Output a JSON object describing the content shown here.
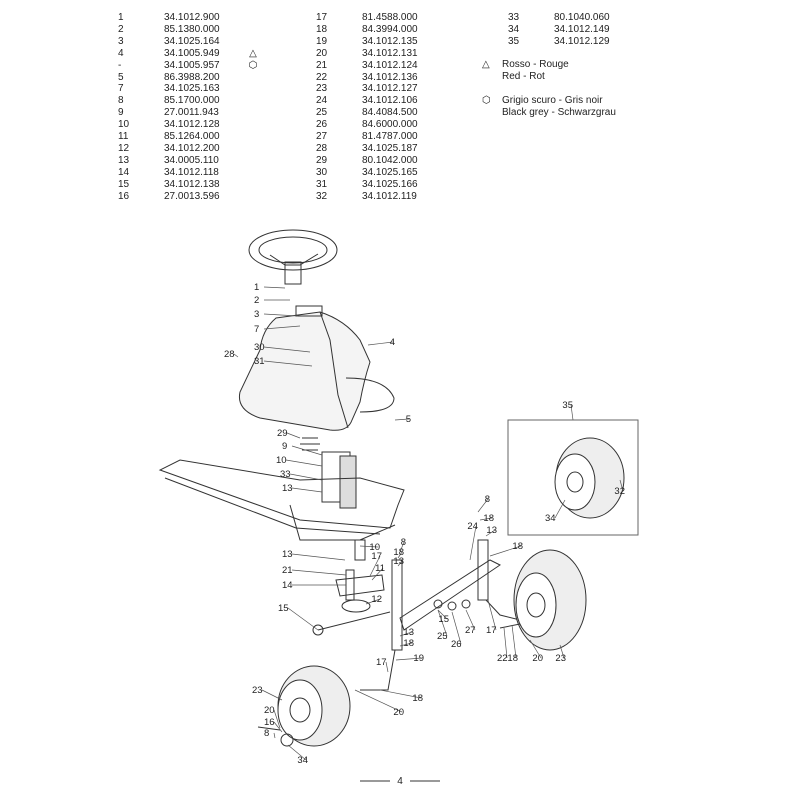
{
  "parts_list": {
    "column1": [
      {
        "ref": "1",
        "code": "34.1012.900"
      },
      {
        "ref": "2",
        "code": "85.1380.000"
      },
      {
        "ref": "3",
        "code": "34.1025.164"
      },
      {
        "ref": "4",
        "code": "34.1005.949",
        "symbol": "triangle"
      },
      {
        "ref": "-",
        "code": "34.1005.957",
        "symbol": "hexagon"
      },
      {
        "ref": "5",
        "code": "86.3988.200"
      },
      {
        "ref": "7",
        "code": "34.1025.163"
      },
      {
        "ref": "8",
        "code": "85.1700.000"
      },
      {
        "ref": "9",
        "code": "27.0011.943"
      },
      {
        "ref": "10",
        "code": "34.1012.128"
      },
      {
        "ref": "11",
        "code": "85.1264.000"
      },
      {
        "ref": "12",
        "code": "34.1012.200"
      },
      {
        "ref": "13",
        "code": "34.0005.110"
      },
      {
        "ref": "14",
        "code": "34.1012.118"
      },
      {
        "ref": "15",
        "code": "34.1012.138"
      },
      {
        "ref": "16",
        "code": "27.0013.596"
      }
    ],
    "column2": [
      {
        "ref": "17",
        "code": "81.4588.000"
      },
      {
        "ref": "18",
        "code": "84.3994.000"
      },
      {
        "ref": "19",
        "code": "34.1012.135"
      },
      {
        "ref": "20",
        "code": "34.1012.131"
      },
      {
        "ref": "21",
        "code": "34.1012.124"
      },
      {
        "ref": "22",
        "code": "34.1012.136"
      },
      {
        "ref": "23",
        "code": "34.1012.127"
      },
      {
        "ref": "24",
        "code": "34.1012.106"
      },
      {
        "ref": "25",
        "code": "84.4084.500"
      },
      {
        "ref": "26",
        "code": "84.6000.000"
      },
      {
        "ref": "27",
        "code": "81.4787.000"
      },
      {
        "ref": "28",
        "code": "34.1025.187"
      },
      {
        "ref": "29",
        "code": "80.1042.000"
      },
      {
        "ref": "30",
        "code": "34.1025.165"
      },
      {
        "ref": "31",
        "code": "34.1025.166"
      },
      {
        "ref": "32",
        "code": "34.1012.119"
      }
    ],
    "column3": [
      {
        "ref": "33",
        "code": "80.1040.060"
      },
      {
        "ref": "34",
        "code": "34.1012.149"
      },
      {
        "ref": "35",
        "code": "34.1012.129"
      }
    ]
  },
  "legend": [
    {
      "symbol": "triangle",
      "line1": "Rosso - Rouge",
      "line2": "Red - Rot"
    },
    {
      "symbol": "hexagon",
      "line1": "Grigio scuro - Gris noir",
      "line2": "Black grey - Schwarzgrau"
    }
  ],
  "callouts": [
    "1",
    "2",
    "3",
    "7",
    "30",
    "31",
    "28",
    "4",
    "5",
    "29",
    "9",
    "10",
    "33",
    "13",
    "8",
    "18",
    "24",
    "13",
    "18",
    "10",
    "8",
    "18",
    "13",
    "17",
    "11",
    "13",
    "21",
    "14",
    "12",
    "15",
    "15",
    "25",
    "26",
    "27",
    "17",
    "13",
    "18",
    "19",
    "17",
    "18",
    "20",
    "23",
    "20",
    "16",
    "8",
    "34",
    "22",
    "18",
    "20",
    "23",
    "35",
    "32",
    "34"
  ],
  "page_number": "4"
}
